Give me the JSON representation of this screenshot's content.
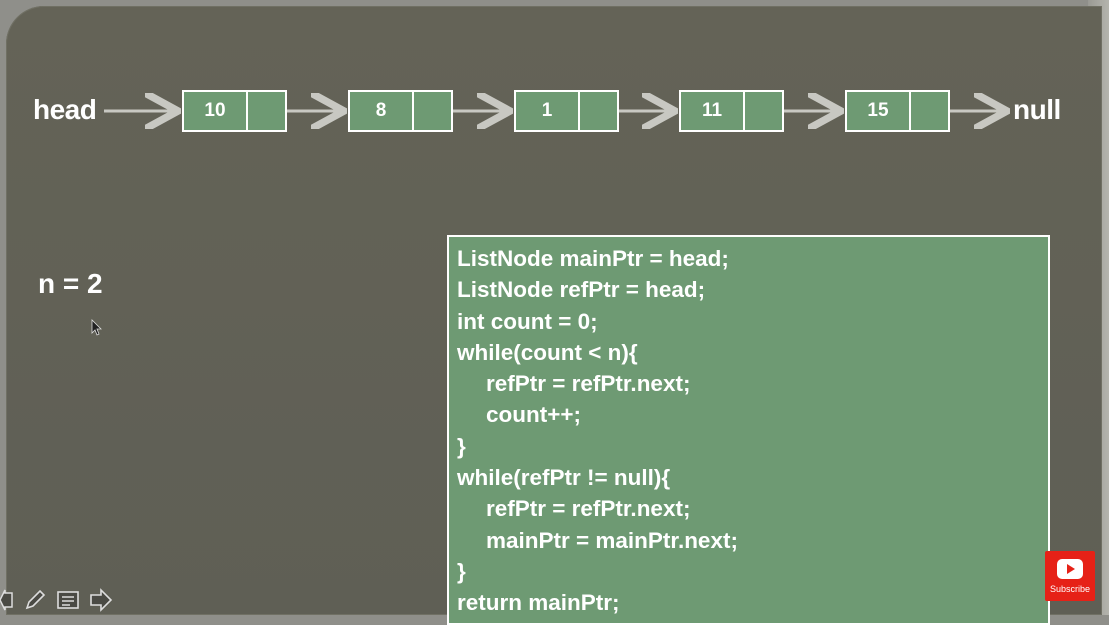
{
  "diagram": {
    "head_label": "head",
    "null_label": "null",
    "nodes": [
      "10",
      "8",
      "1",
      "11",
      "15"
    ]
  },
  "variables": {
    "n_label": "n = 2"
  },
  "code": {
    "lines": [
      "ListNode mainPtr = head;",
      "ListNode refPtr = head;",
      "int count = 0;",
      "while(count < n){",
      "refPtr = refPtr.next;",
      "count++;",
      "}",
      "while(refPtr != null){",
      "refPtr = refPtr.next;",
      "mainPtr = mainPtr.next;",
      "}",
      "return mainPtr;"
    ]
  },
  "youtube": {
    "subscribe_label": "Subscribe"
  },
  "toolbar": {
    "icons": [
      "previous-icon",
      "pen-icon",
      "notes-icon",
      "next-icon"
    ]
  }
}
